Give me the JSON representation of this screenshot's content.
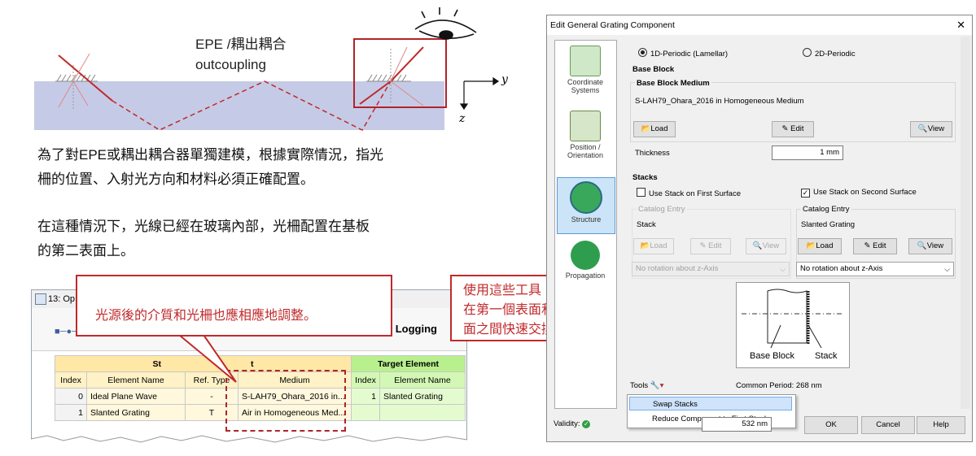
{
  "diagram": {
    "label_line1": "EPE /耦出耦合",
    "label_line2": "outcoupling",
    "axis_y": "y",
    "axis_z": "z"
  },
  "paragraphs": {
    "p1_line1": "為了對EPE或耦出耦合器單獨建模，根據實際情況，指光",
    "p1_line2": "柵的位置、入射光方向和材料必須正確配置。",
    "p2_line1": "在這種情況下，光線已經在玻璃內部，光柵配置在基板",
    "p2_line2": "的第二表面上。"
  },
  "callouts": {
    "left": "光源後的介質和光柵也應相應地調整。",
    "right_line1": "使用這些工具",
    "right_line2": "在第一個表面和第二個表",
    "right_line3": "面之間快速交換堆疊。"
  },
  "sub_window": {
    "title": "13: Op",
    "ribbon_tab": "Logging",
    "source_header": "St",
    "source_header_tail": "t",
    "target_header": "Target Element",
    "columns": [
      "Index",
      "Element Name",
      "Ref. Type",
      "Medium",
      "Index",
      "Element Name"
    ],
    "rows": [
      {
        "index": "0",
        "name": "Ideal Plane Wave",
        "ref": "-",
        "medium": "S-LAH79_Ohara_2016  in...",
        "tindex": "1",
        "tname": "Slanted Grating"
      },
      {
        "index": "1",
        "name": "Slanted Grating",
        "ref": "T",
        "medium": "Air in Homogeneous Med...",
        "tindex": "",
        "tname": ""
      }
    ]
  },
  "dialog": {
    "title": "Edit General Grating Component",
    "close": "✕",
    "nav": [
      {
        "label": "Coordinate Systems"
      },
      {
        "label": "Position / Orientation"
      },
      {
        "label": "Structure"
      },
      {
        "label": "Propagation"
      }
    ],
    "radio_1d": "1D-Periodic (Lamellar)",
    "radio_2d": "2D-Periodic",
    "base_block": "Base Block",
    "base_block_medium": "Base Block Medium",
    "medium_value": "S-LAH79_Ohara_2016 in Homogeneous Medium",
    "load": "Load",
    "edit": "Edit",
    "view": "View",
    "thickness_label": "Thickness",
    "thickness_value": "1 mm",
    "stacks": "Stacks",
    "use_first": "Use Stack on First Surface",
    "use_second": "Use Stack on Second Surface",
    "catalog_entry": "Catalog Entry",
    "stack_left": "Stack",
    "stack_right": "Slanted Grating",
    "rotation": "No rotation about z-Axis",
    "preview_base": "Base Block",
    "preview_stack": "Stack",
    "tools": "Tools",
    "common_period": "Common Period: 268 nm",
    "menu_swap": "Swap Stacks",
    "menu_reduce": "Reduce Component to First Stack",
    "validity": "Validity:",
    "preview_wavelength_value": "532 nm",
    "ok": "OK",
    "cancel": "Cancel",
    "help": "Help"
  },
  "colors": {
    "callout": "#c0292b",
    "glass": "#c5cbe6",
    "ray": "#c0292b",
    "source_header": "#ffe7a6",
    "target_header": "#b8f08e"
  }
}
